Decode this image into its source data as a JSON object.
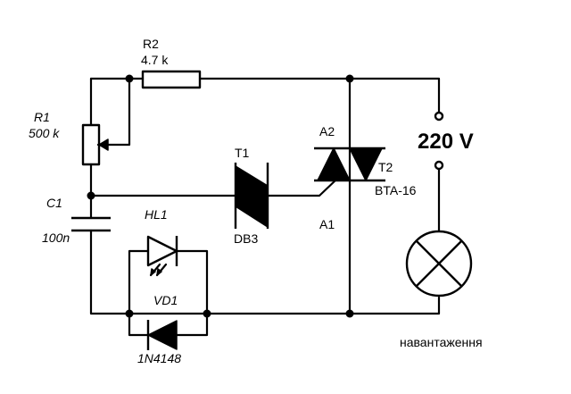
{
  "labels": {
    "r2_ref": "R2",
    "r2_value": "4.7 k",
    "r1_ref": "R1",
    "r1_value": "500 k",
    "c1_ref": "C1",
    "c1_value": "100n",
    "t1_ref": "T1",
    "t1_part": "DB3",
    "a2": "A2",
    "a1": "A1",
    "t2_ref": "T2",
    "t2_part": "BTA-16",
    "supply": "220 V",
    "hl1_ref": "HL1",
    "vd1_ref": "VD1",
    "vd1_part": "1N4148",
    "load": "навантаження"
  }
}
